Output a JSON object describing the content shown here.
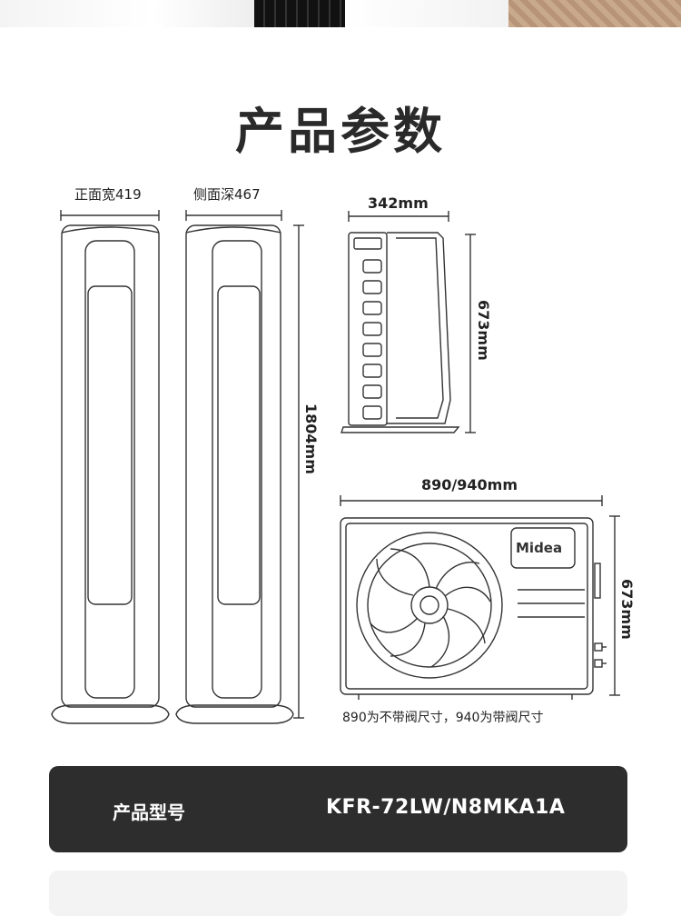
{
  "title": "产品参数",
  "indoor": {
    "width_label": "正面宽419",
    "depth_label": "侧面深467",
    "height_label": "1804mm"
  },
  "outdoor": {
    "side_width_label": "342mm",
    "side_height_label": "673mm",
    "front_width_label": "890/940mm",
    "front_height_label": "673mm",
    "brand_logo": "Midea",
    "note": "890为不带阀尺寸，940为带阀尺寸"
  },
  "spec": {
    "label": "产品型号",
    "value": "KFR-72LW/N8MKA1A"
  },
  "colors": {
    "title": "#2a2a2a",
    "spec_bar": "#2d2d2d",
    "line": "#333333"
  }
}
